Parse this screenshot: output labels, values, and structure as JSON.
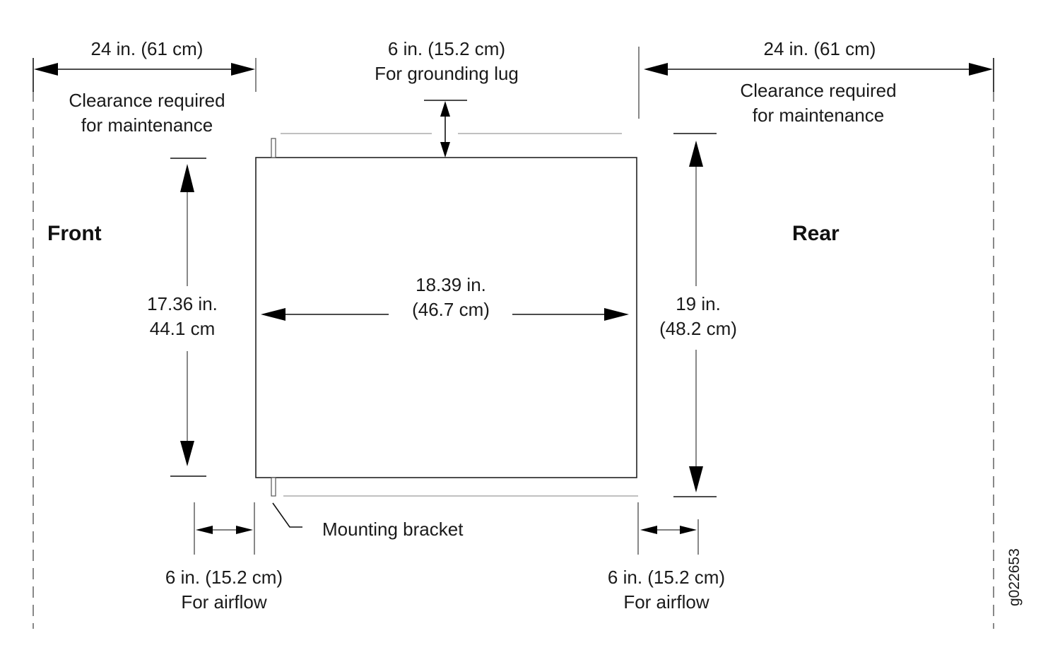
{
  "diagram": {
    "front_label": "Front",
    "rear_label": "Rear",
    "figure_id": "g022653",
    "front_clearance": {
      "dimension": "24 in. (61 cm)",
      "note_line1": "Clearance required",
      "note_line2": "for maintenance"
    },
    "rear_clearance": {
      "dimension": "24 in. (61 cm)",
      "note_line1": "Clearance required",
      "note_line2": "for maintenance"
    },
    "top_clearance": {
      "dimension": "6 in. (15.2 cm)",
      "note": "For grounding lug"
    },
    "chassis_depth": {
      "line1": "17.36 in.",
      "line2": "44.1 cm"
    },
    "chassis_width": {
      "line1": "18.39 in.",
      "line2": "(46.7 cm)"
    },
    "rack_width": {
      "line1": "19 in.",
      "line2": "(48.2 cm)"
    },
    "front_airflow": {
      "dimension": "6 in. (15.2 cm)",
      "note": "For airflow"
    },
    "rear_airflow": {
      "dimension": "6 in. (15.2 cm)",
      "note": "For airflow"
    },
    "mounting_bracket_label": "Mounting bracket"
  }
}
